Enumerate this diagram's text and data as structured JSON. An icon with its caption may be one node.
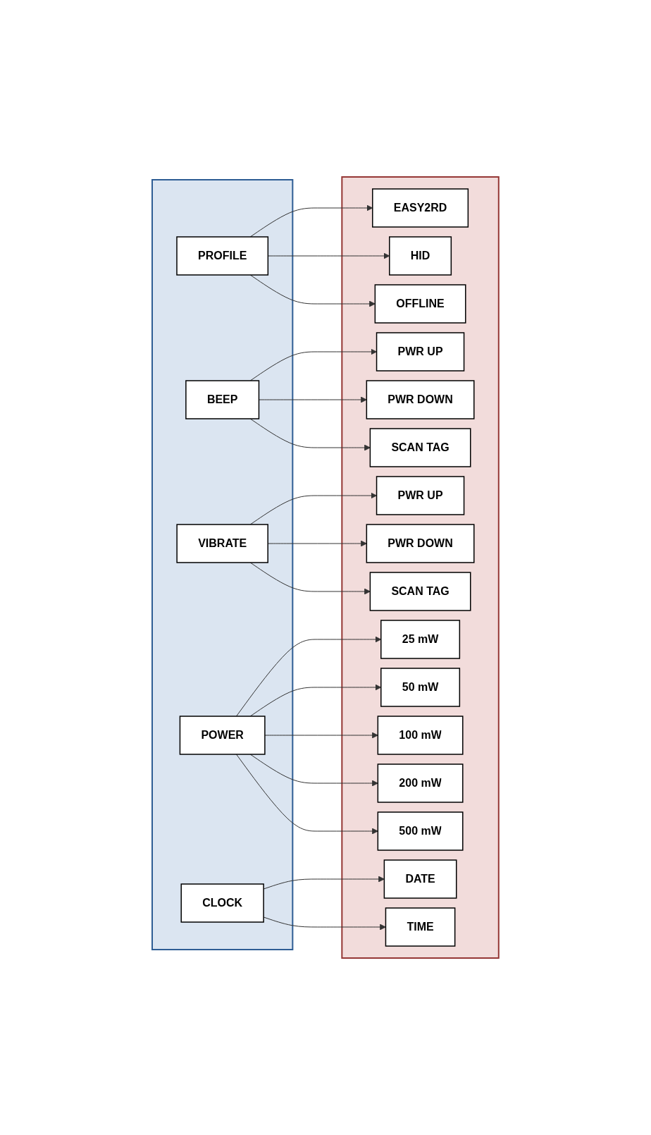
{
  "diagram": {
    "nodes": [
      {
        "text": [],
        "shape": "box"
      },
      {
        "text": [],
        "shape": "box"
      },
      {
        "text": [
          "PROFILE"
        ],
        "in": 0
      },
      {
        "text": [
          "EASY2RD"
        ],
        "in": 1
      },
      {
        "text": [
          "HID"
        ],
        "in": 1
      },
      {
        "text": [
          "OFFLINE"
        ],
        "in": 1
      },
      {
        "text": [
          "BEEP"
        ],
        "in": 0
      },
      {
        "text": [
          "PWR UP"
        ],
        "in": 1
      },
      {
        "text": [
          "PWR DOWN"
        ],
        "in": 1
      },
      {
        "text": [
          "SCAN TAG"
        ],
        "in": 1
      },
      {
        "text": [
          "VIBRATE"
        ],
        "in": 0
      },
      {
        "text": [
          "PWR UP"
        ],
        "in": 1
      },
      {
        "text": [
          "PWR DOWN"
        ],
        "in": 1
      },
      {
        "text": [
          "SCAN TAG"
        ],
        "in": 1
      },
      {
        "text": [
          "POWER"
        ],
        "in": 0
      },
      {
        "text": [
          "25 mW"
        ],
        "in": 1
      },
      {
        "text": [
          "50 mW"
        ],
        "in": 1
      },
      {
        "text": [
          "100 mW"
        ],
        "in": 1
      },
      {
        "text": [
          "200 mW"
        ],
        "in": 1
      },
      {
        "text": [
          "500 mW"
        ],
        "in": 1
      },
      {
        "text": [
          "CLOCK"
        ],
        "in": 0
      },
      {
        "text": [
          "DATE"
        ],
        "in": 1
      },
      {
        "text": [
          "TIME"
        ],
        "in": 1
      }
    ],
    "edges": [
      {
        "from": 2,
        "to": 3,
        "arrow": "to"
      },
      {
        "from": 2,
        "to": 4,
        "arrow": "to"
      },
      {
        "from": 2,
        "to": 5,
        "arrow": "to"
      },
      {
        "from": 6,
        "to": 7,
        "arrow": "to"
      },
      {
        "from": 6,
        "to": 8,
        "arrow": "to"
      },
      {
        "from": 6,
        "to": 9,
        "arrow": "to"
      },
      {
        "from": 10,
        "to": 11,
        "arrow": "to"
      },
      {
        "from": 10,
        "to": 12,
        "arrow": "to"
      },
      {
        "from": 10,
        "to": 13,
        "arrow": "to"
      },
      {
        "from": 14,
        "to": 15,
        "arrow": "to"
      },
      {
        "from": 14,
        "to": 16,
        "arrow": "to"
      },
      {
        "from": 14,
        "to": 17,
        "arrow": "to"
      },
      {
        "from": 14,
        "to": 18,
        "arrow": "to"
      },
      {
        "from": 14,
        "to": 19,
        "arrow": "to"
      },
      {
        "from": 20,
        "to": 21,
        "arrow": "to"
      },
      {
        "from": 20,
        "to": 22,
        "arrow": "to"
      }
    ]
  }
}
